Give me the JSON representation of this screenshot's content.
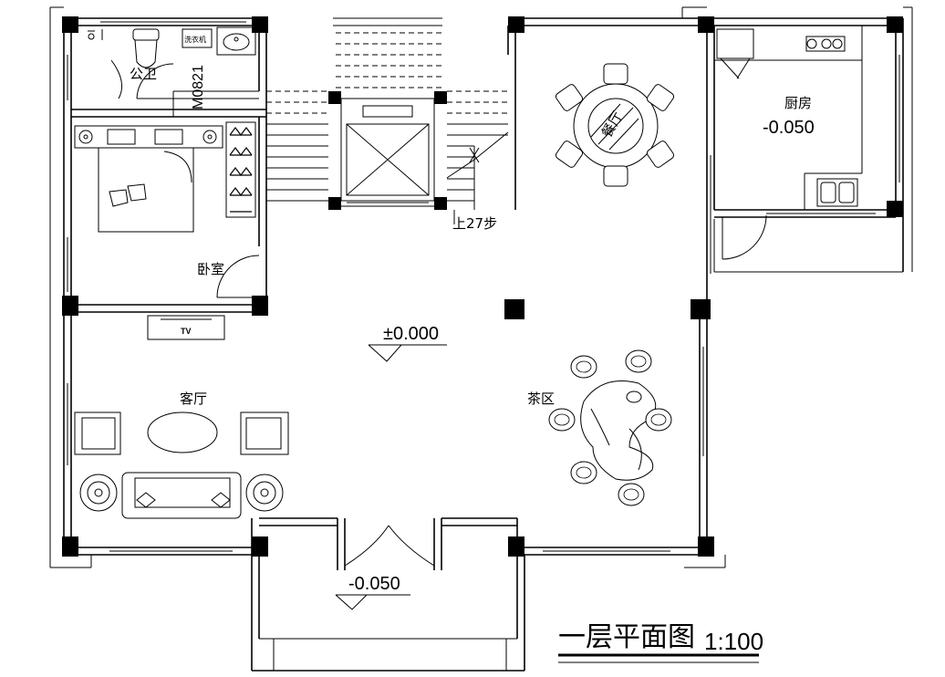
{
  "rooms": {
    "toilet": "公卫",
    "bedroom": "卧室",
    "living_room": "客厅",
    "dining": "餐厅",
    "kitchen": "厨房",
    "tea_area": "茶区"
  },
  "labels": {
    "door_code": "M0821",
    "stair": "上27步",
    "tv": "TV",
    "washer": "洗衣机"
  },
  "elevations": {
    "main": "±0.000",
    "kitchen": "-0.050",
    "entrance": "-0.050"
  },
  "title": {
    "name": "一层平面图",
    "scale": "1:100"
  }
}
